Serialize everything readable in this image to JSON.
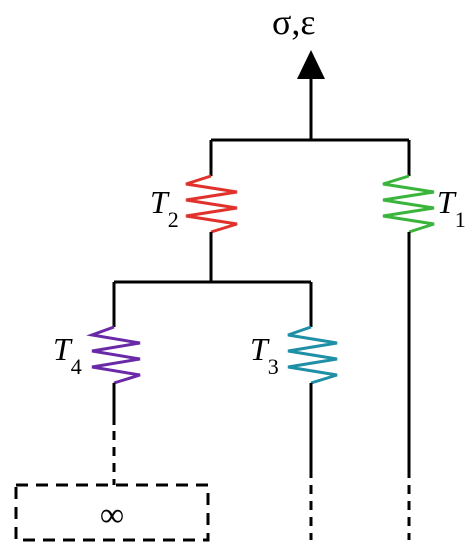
{
  "diagram": {
    "output_label": "σ,ε",
    "infinity_symbol": "∞",
    "springs": [
      {
        "letter": "T",
        "subscript": "2",
        "color": "#e0322a"
      },
      {
        "letter": "T",
        "subscript": "1",
        "color": "#3ab43a"
      },
      {
        "letter": "T",
        "subscript": "4",
        "color": "#6a2aa8"
      },
      {
        "letter": "T",
        "subscript": "3",
        "color": "#1e8fa6"
      }
    ]
  }
}
